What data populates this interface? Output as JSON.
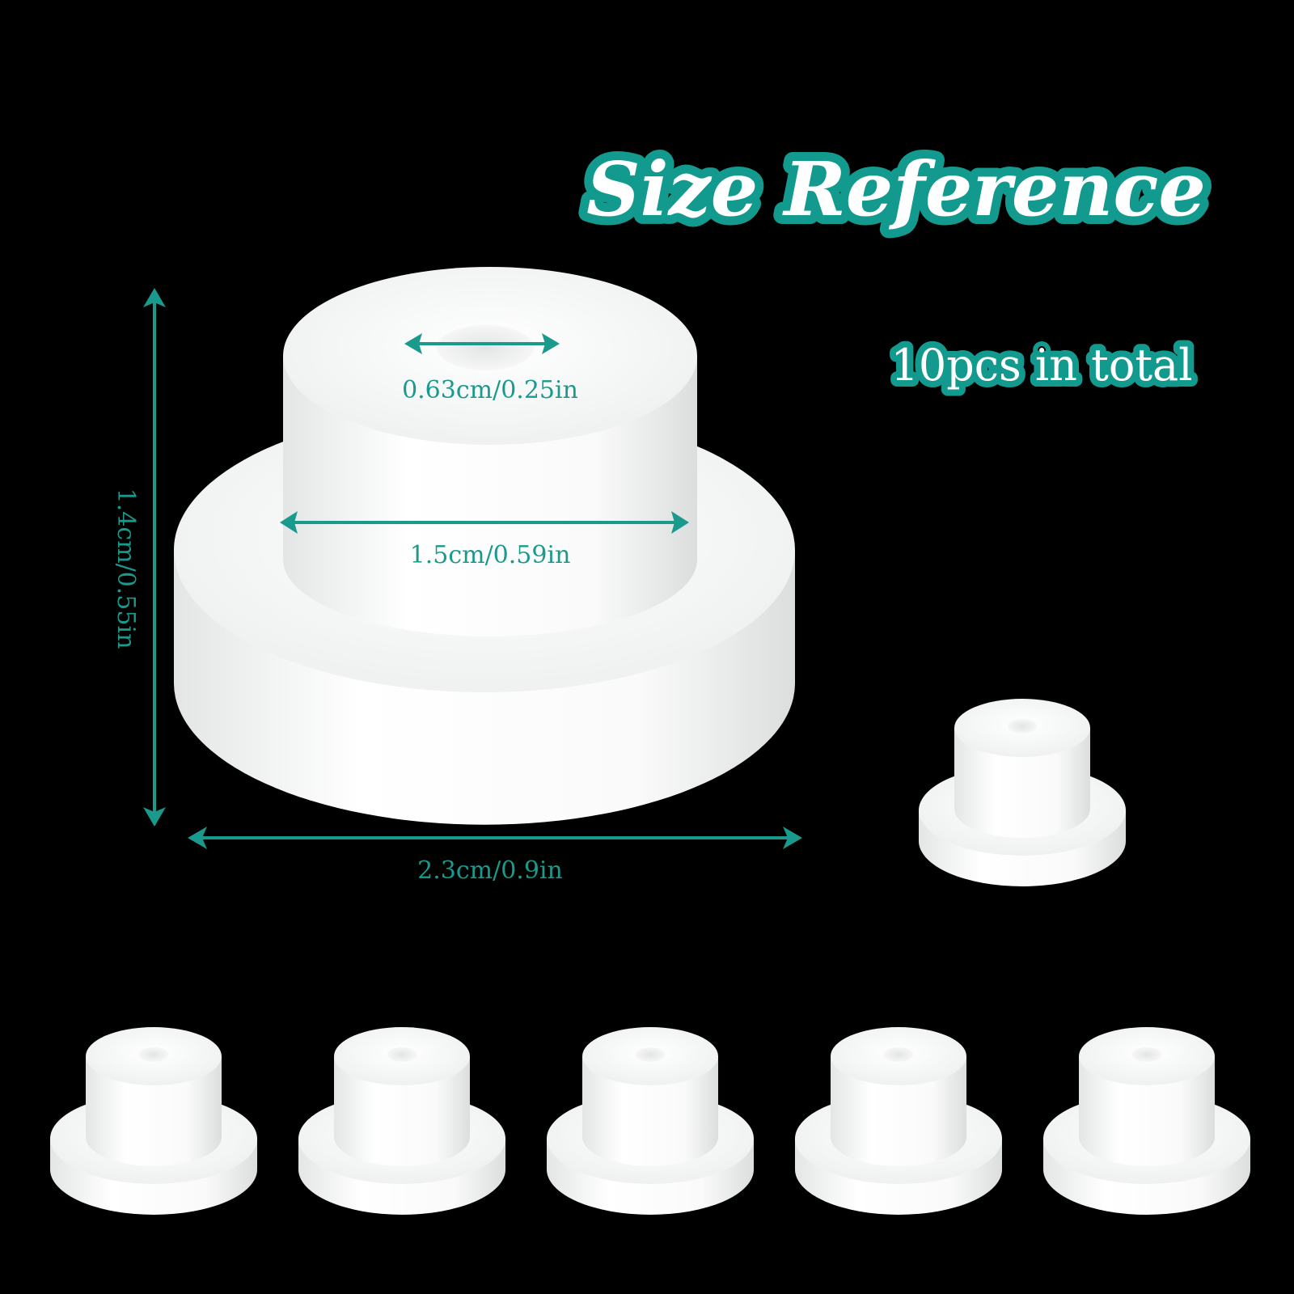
{
  "title": "Size Reference",
  "quantity_badge": "10pcs in total",
  "dimensions": {
    "inner_hole": "0.63cm/0.25in",
    "top_diameter": "1.5cm/0.59in",
    "height": "1.4cm/0.55in",
    "base_diameter": "2.3cm/0.9in"
  },
  "colors": {
    "accent": "#1a9a8c",
    "background": "#000000",
    "part": "#ffffff"
  },
  "pieces_shown": 7
}
